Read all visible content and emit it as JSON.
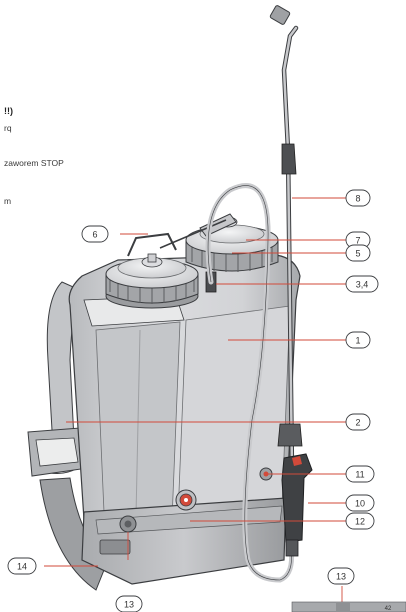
{
  "text_fragments": {
    "frag_1": "!!)",
    "frag_2": "rq",
    "frag_3": "zaworem STOP",
    "frag_4": "m"
  },
  "callouts": {
    "c8": "8",
    "c6": "6",
    "c7": "7",
    "c5": "5",
    "c34": "3,4",
    "c1": "1",
    "c2": "2",
    "c11": "11",
    "c10": "10",
    "c12": "12",
    "c14": "14",
    "c13a": "13",
    "c13b": "13"
  },
  "inset_text": "42",
  "colors": {
    "body": "#d6d7d9",
    "body_shadow": "#a9abae",
    "outline": "#3b3d40",
    "cap": "#e4e5e7",
    "callout_line": "#d24a3a"
  }
}
